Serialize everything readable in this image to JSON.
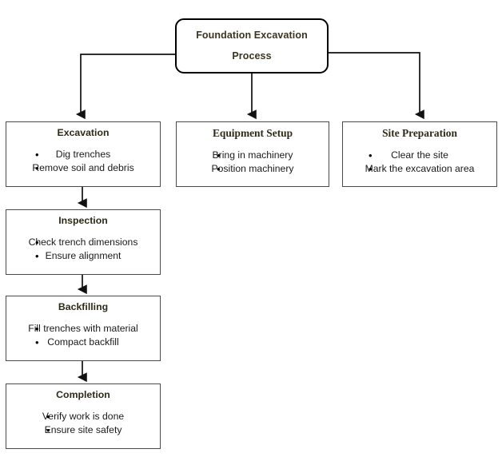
{
  "diagram": {
    "title_box": {
      "line1": "Foundation Excavation",
      "line2": "Process"
    },
    "colors": {
      "title_text": "#3b3420",
      "heading_text": "#2e2a18",
      "body_text": "#1a1a1a",
      "box_border": "#4a4a4a",
      "root_border": "#000000",
      "connector": "#111111",
      "background": "#ffffff"
    },
    "nodes": [
      {
        "id": "excavation",
        "title": "Excavation",
        "items": [
          "Dig trenches",
          "Remove soil and debris"
        ]
      },
      {
        "id": "equipment-setup",
        "title": "Equipment Setup",
        "items": [
          "Bring in machinery",
          "Position machinery"
        ]
      },
      {
        "id": "site-preparation",
        "title": "Site Preparation",
        "items": [
          "Clear the site",
          "Mark the excavation area"
        ]
      },
      {
        "id": "inspection",
        "title": "Inspection",
        "items": [
          "Check trench dimensions",
          "Ensure alignment"
        ]
      },
      {
        "id": "backfilling",
        "title": "Backfilling",
        "items": [
          "Fill trenches with material",
          "Compact backfill"
        ]
      },
      {
        "id": "completion",
        "title": "Completion",
        "items": [
          "Verify work is done",
          "Ensure site safety"
        ]
      }
    ],
    "bullet_glyph": "•"
  }
}
